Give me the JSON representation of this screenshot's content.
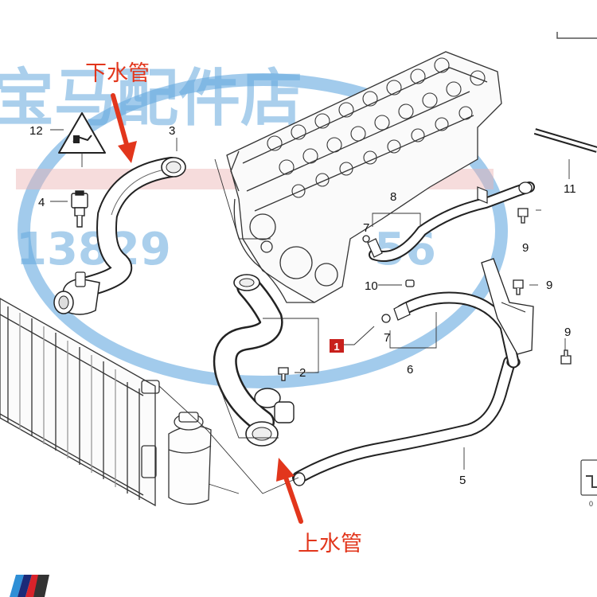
{
  "watermark": {
    "shop": "宝马配件店",
    "phone": "13829",
    "phone_tail": "56",
    "color": "#4a9ad8"
  },
  "annotations": {
    "lower_hose": "下水管",
    "upper_hose": "上水管",
    "color": "#e2361c"
  },
  "callouts": {
    "c1": "1",
    "c2": "2",
    "c3": "3",
    "c4": "4",
    "c5": "5",
    "c6": "6",
    "c7a": "7",
    "c7b": "7",
    "c8": "8",
    "c9a": "9",
    "c9b": "9",
    "c9c": "9",
    "c10": "10",
    "c11": "11",
    "c12": "12"
  },
  "footer_note": "0",
  "icons": [
    "warning-hot-coolant-icon",
    "sensor-icon",
    "parts-tray-icon",
    "bmw-m-stripes-logo"
  ]
}
